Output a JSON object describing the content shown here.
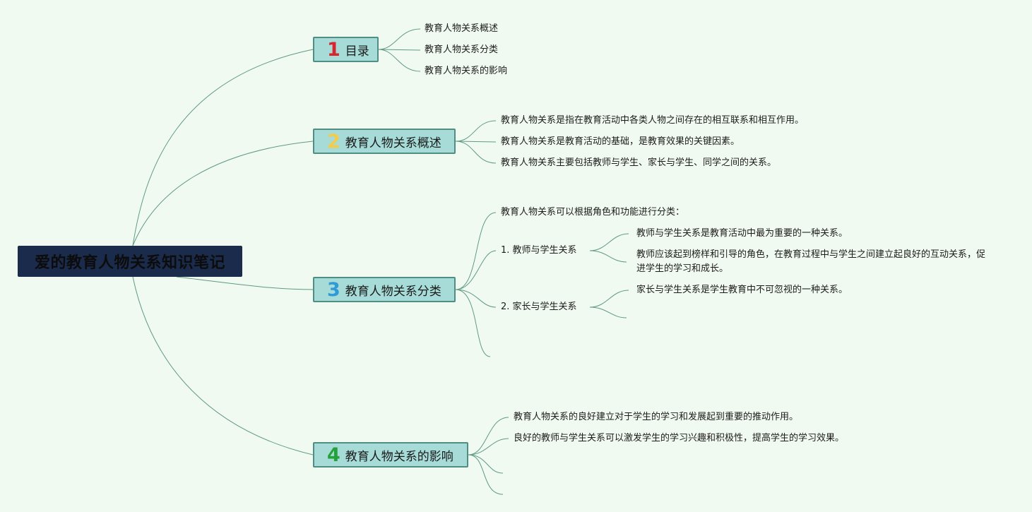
{
  "root": {
    "title": "爱的教育人物关系知识笔记"
  },
  "colors": {
    "root_bg": "#1b2b4b",
    "branch_bg": "#a6dbd7",
    "branch_border": "#4f8f83",
    "link": "#5f9a86",
    "background": "#f1faf1"
  },
  "branches": [
    {
      "num": "1",
      "num_color": "#d8262e",
      "label": "目录",
      "items": [
        "教育人物关系概述",
        "教育人物关系分类",
        "教育人物关系的影响"
      ]
    },
    {
      "num": "2",
      "num_color": "#f2cc4a",
      "label": "教育人物关系概述",
      "items": [
        "教育人物关系是指在教育活动中各类人物之间存在的相互联系和相互作用。",
        "教育人物关系是教育活动的基础，是教育效果的关键因素。",
        "教育人物关系主要包括教师与学生、家长与学生、同学之间的关系。"
      ]
    },
    {
      "num": "3",
      "num_color": "#2e9ad8",
      "label": "教育人物关系分类",
      "items": [
        "教育人物关系可以根据角色和功能进行分类："
      ],
      "sub": [
        {
          "label": "1. 教师与学生关系",
          "items": [
            "教师与学生关系是教育活动中最为重要的一种关系。",
            "教师应该起到榜样和引导的角色，在教育过程中与学生之间建立起良好的互动关系，促进学生的学习和成长。"
          ]
        },
        {
          "label": "2. 家长与学生关系",
          "items": [
            "家长与学生关系是学生教育中不可忽视的一种关系。"
          ]
        }
      ]
    },
    {
      "num": "4",
      "num_color": "#26a03a",
      "label": "教育人物关系的影响",
      "items": [
        "教育人物关系的良好建立对于学生的学习和发展起到重要的推动作用。",
        "良好的教师与学生关系可以激发学生的学习兴趣和积极性，提高学生的学习效果。"
      ]
    }
  ]
}
